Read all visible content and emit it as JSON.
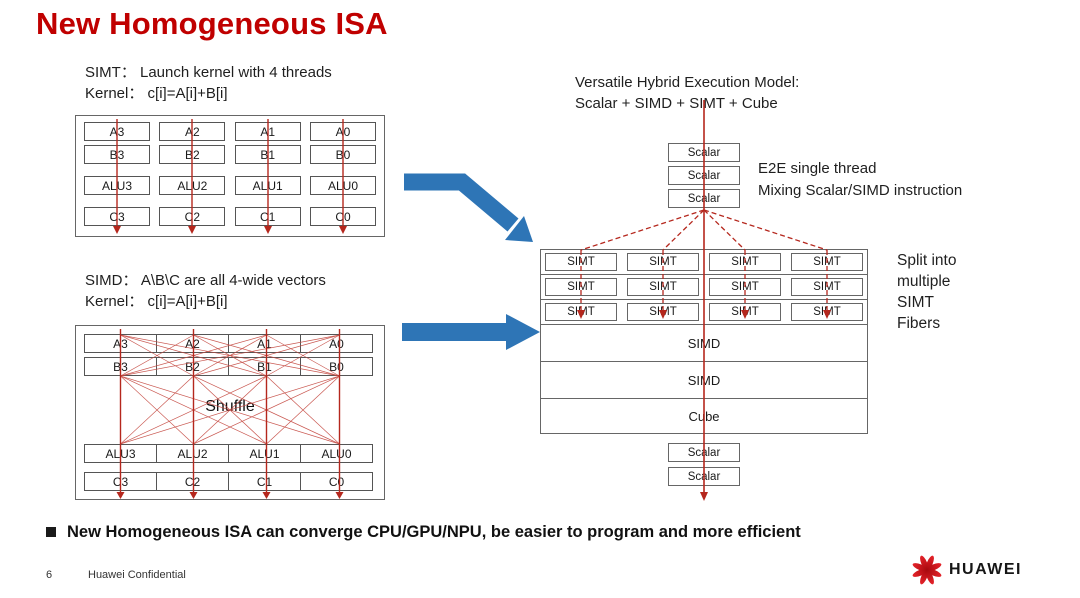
{
  "title": "New Homogeneous ISA",
  "left": {
    "simt_caption": [
      "SIMT： Launch kernel with 4 threads",
      "Kernel： c[i]=A[i]+B[i]"
    ],
    "simt_grid": [
      [
        "A3",
        "A2",
        "A1",
        "A0"
      ],
      [
        "B3",
        "B2",
        "B1",
        "B0"
      ],
      [
        "ALU3",
        "ALU2",
        "ALU1",
        "ALU0"
      ],
      [
        "C3",
        "C2",
        "C1",
        "C0"
      ]
    ],
    "simd_caption": [
      "SIMD： A\\B\\C are all 4-wide vectors",
      "Kernel： c[i]=A[i]+B[i]"
    ],
    "simd_grid": {
      "row_a": [
        "A3",
        "A2",
        "A1",
        "A0"
      ],
      "row_b": [
        "B3",
        "B2",
        "B1",
        "B0"
      ],
      "shuffle_label": "Shuffle",
      "row_alu": [
        "ALU3",
        "ALU2",
        "ALU1",
        "ALU0"
      ],
      "row_c": [
        "C3",
        "C2",
        "C1",
        "C0"
      ]
    }
  },
  "right": {
    "caption": [
      "Versatile Hybrid Execution Model:",
      "Scalar + SIMD + SIMT + Cube"
    ],
    "top_scalars": [
      "Scalar",
      "Scalar",
      "Scalar"
    ],
    "simt_label": "SIMT",
    "wide_rows": [
      "SIMD",
      "SIMD",
      "Cube"
    ],
    "bottom_scalars": [
      "Scalar",
      "Scalar"
    ],
    "e2e_note": [
      "E2E single thread",
      "Mixing Scalar/SIMD instruction"
    ],
    "split_note": [
      "Split into",
      "multiple",
      "SIMT",
      "Fibers"
    ]
  },
  "bullet": "New Homogeneous ISA can converge CPU/GPU/NPU, be easier to program and more efficient",
  "footer": {
    "page_number": "6",
    "confidential_label": "Huawei Confidential",
    "brand": "HUAWEI"
  },
  "colors": {
    "title_red": "#c00000",
    "flow_red": "#b5271d",
    "arrow_blue": "#2e75b6"
  }
}
